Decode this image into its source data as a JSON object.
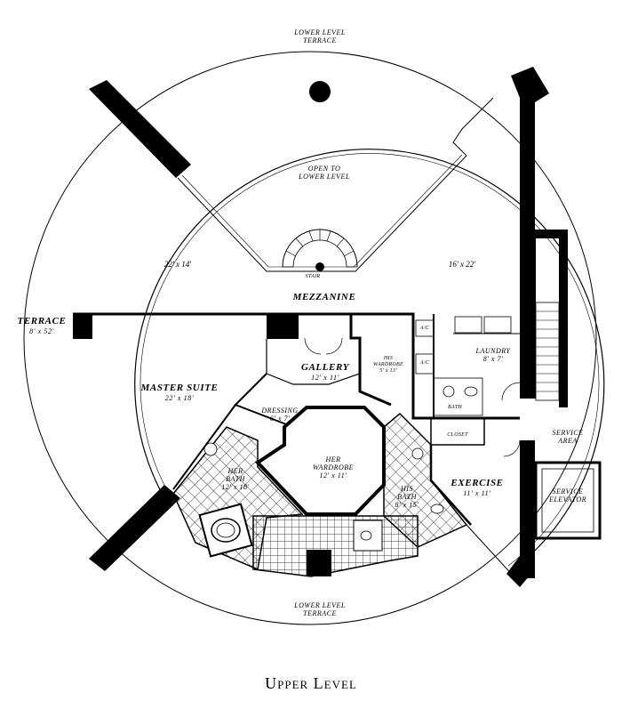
{
  "caption": "Upper Level",
  "labels": {
    "lower_terrace_top_1": "LOWER LEVEL",
    "lower_terrace_top_2": "TERRACE",
    "open_1": "OPEN TO",
    "open_2": "LOWER LEVEL",
    "dim_left": "22' x 14'",
    "dim_right": "16' x 22'",
    "stair": "STAIR",
    "mezzanine": "MEZZANINE",
    "terrace": "TERRACE",
    "terrace_dim": "8' x 52'",
    "gallery": "GALLERY",
    "gallery_dim": "12' x 11'",
    "his_wardrobe_1": "HIS",
    "his_wardrobe_2": "WARDROBE",
    "his_wardrobe_dim": "5' x 13'",
    "ac1": "A/C",
    "ac2": "A/C",
    "laundry": "LAUNDRY",
    "laundry_dim": "8' x 7'",
    "bath": "BATH",
    "closet": "CLOSET",
    "service_area_1": "SERVICE",
    "service_area_2": "AREA",
    "master_suite": "MASTER SUITE",
    "master_suite_dim": "22' x 18'",
    "dressing": "DRESSING",
    "dressing_dim": "6' x 7'",
    "her_wardrobe_1": "HER",
    "her_wardrobe_2": "WARDROBE",
    "her_wardrobe_dim": "12' x 11'",
    "her_bath_1": "HER",
    "her_bath_2": "BATH",
    "her_bath_dim": "12' x 18'",
    "his_bath_1": "HIS",
    "his_bath_2": "BATH",
    "his_bath_dim": "8' x 15'",
    "exercise": "EXERCISE",
    "exercise_dim": "11' x 11'",
    "service_elevator_1": "SERVICE",
    "service_elevator_2": "ELEVATOR",
    "lower_terrace_bottom_1": "LOWER LEVEL",
    "lower_terrace_bottom_2": "TERRACE"
  }
}
